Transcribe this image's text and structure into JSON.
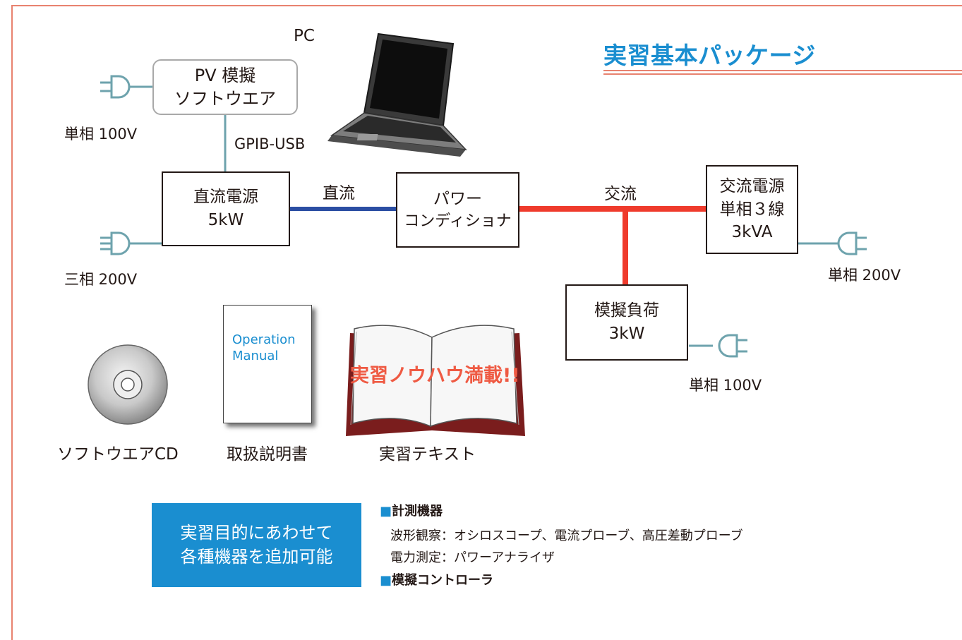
{
  "title": "実習基本パッケージ",
  "pc_label": "PC",
  "pv_software": {
    "line1": "PV 模擬",
    "line2": "ソフトウエア"
  },
  "gpib_label": "GPIB-USB",
  "power_single_100v_top": "単相 100V",
  "power_three_200v": "三相 200V",
  "dc_power": {
    "line1": "直流電源",
    "line2": "5kW"
  },
  "dc_label": "直流",
  "power_conditioner": {
    "line1": "パワー",
    "line2": "コンディショナ"
  },
  "ac_label": "交流",
  "ac_power": {
    "line1": "交流電源",
    "line2": "単相３線",
    "line3": "3kVA"
  },
  "power_single_200v": "単相 200V",
  "dummy_load": {
    "line1": "模擬負荷",
    "line2": "3kW"
  },
  "power_single_100v_load": "単相 100V",
  "items": {
    "cd_label": "ソフトウエアCD",
    "manual_label": "取扱説明書",
    "manual_cover": {
      "line1": "Operation",
      "line2": "Manual"
    },
    "text_label": "実習テキスト",
    "text_stamp": "実習ノウハウ満載!!"
  },
  "panel": {
    "line1": "実習目的にあわせて",
    "line2": "各種機器を追加可能"
  },
  "equipment": {
    "sq": "■",
    "heading1": "計測機器",
    "row1": "波形観察：オシロスコープ、電流プローブ、高圧差動プローブ",
    "row2": "電力測定：パワーアナライザ",
    "heading2": "模擬コントローラ"
  },
  "colors": {
    "accent": "#1a8ed0",
    "frame": "#e8826f",
    "dc_line": "#2b4ea3",
    "ac_line": "#ef3b2c",
    "cable": "#6ea3ad"
  },
  "icons": [
    "plug-icon",
    "laptop-icon",
    "cd-icon",
    "manual-icon",
    "book-icon"
  ]
}
